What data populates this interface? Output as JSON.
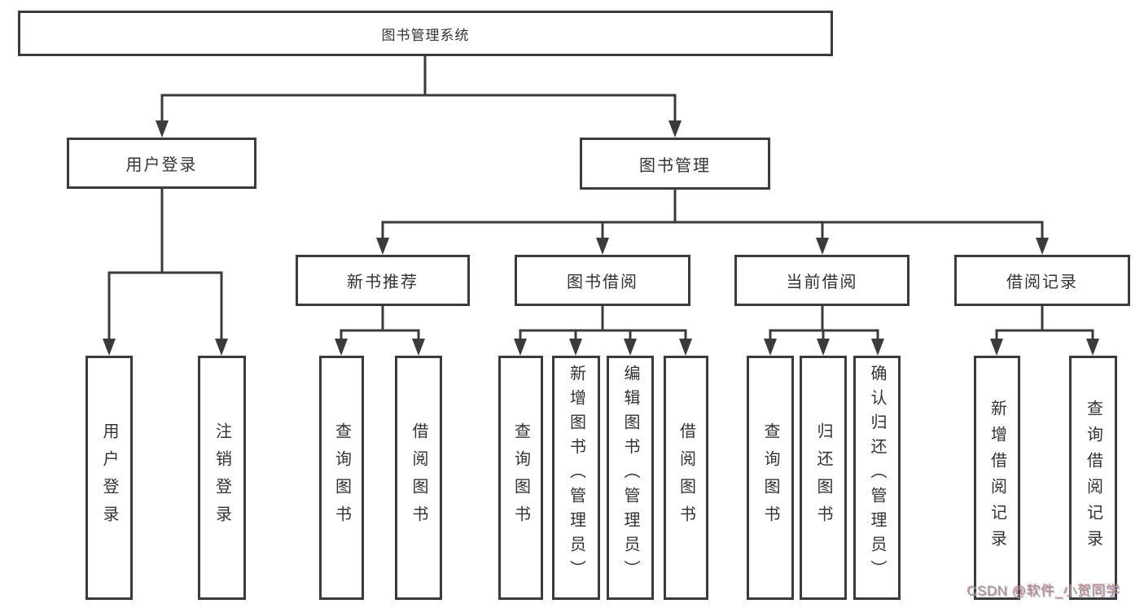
{
  "diagram_title": "图书管理系统",
  "watermark": "CSDN @软件_小贺同学",
  "colors": {
    "line": "#3b3b3b",
    "box_border": "#3b3b3b",
    "text": "#333333",
    "watermark_text": "#9b9b9b",
    "background": "#ffffff"
  },
  "tree": {
    "root": {
      "label": "图书管理系统",
      "children": [
        {
          "label": "用户登录",
          "children": [
            {
              "label": "用户登录"
            },
            {
              "label": "注销登录"
            }
          ]
        },
        {
          "label": "图书管理",
          "children": [
            {
              "label": "新书推荐",
              "children": [
                {
                  "label": "查询图书"
                },
                {
                  "label": "借阅图书"
                }
              ]
            },
            {
              "label": "图书借阅",
              "children": [
                {
                  "label": "查询图书"
                },
                {
                  "label": "新增图书（管理员）"
                },
                {
                  "label": "编辑图书（管理员）"
                },
                {
                  "label": "借阅图书"
                }
              ]
            },
            {
              "label": "当前借阅",
              "children": [
                {
                  "label": "查询图书"
                },
                {
                  "label": "归还图书"
                },
                {
                  "label": "确认归还（管理员）"
                }
              ]
            },
            {
              "label": "借阅记录",
              "children": [
                {
                  "label": "新增借阅记录"
                },
                {
                  "label": "查询借阅记录"
                }
              ]
            }
          ]
        }
      ]
    }
  }
}
